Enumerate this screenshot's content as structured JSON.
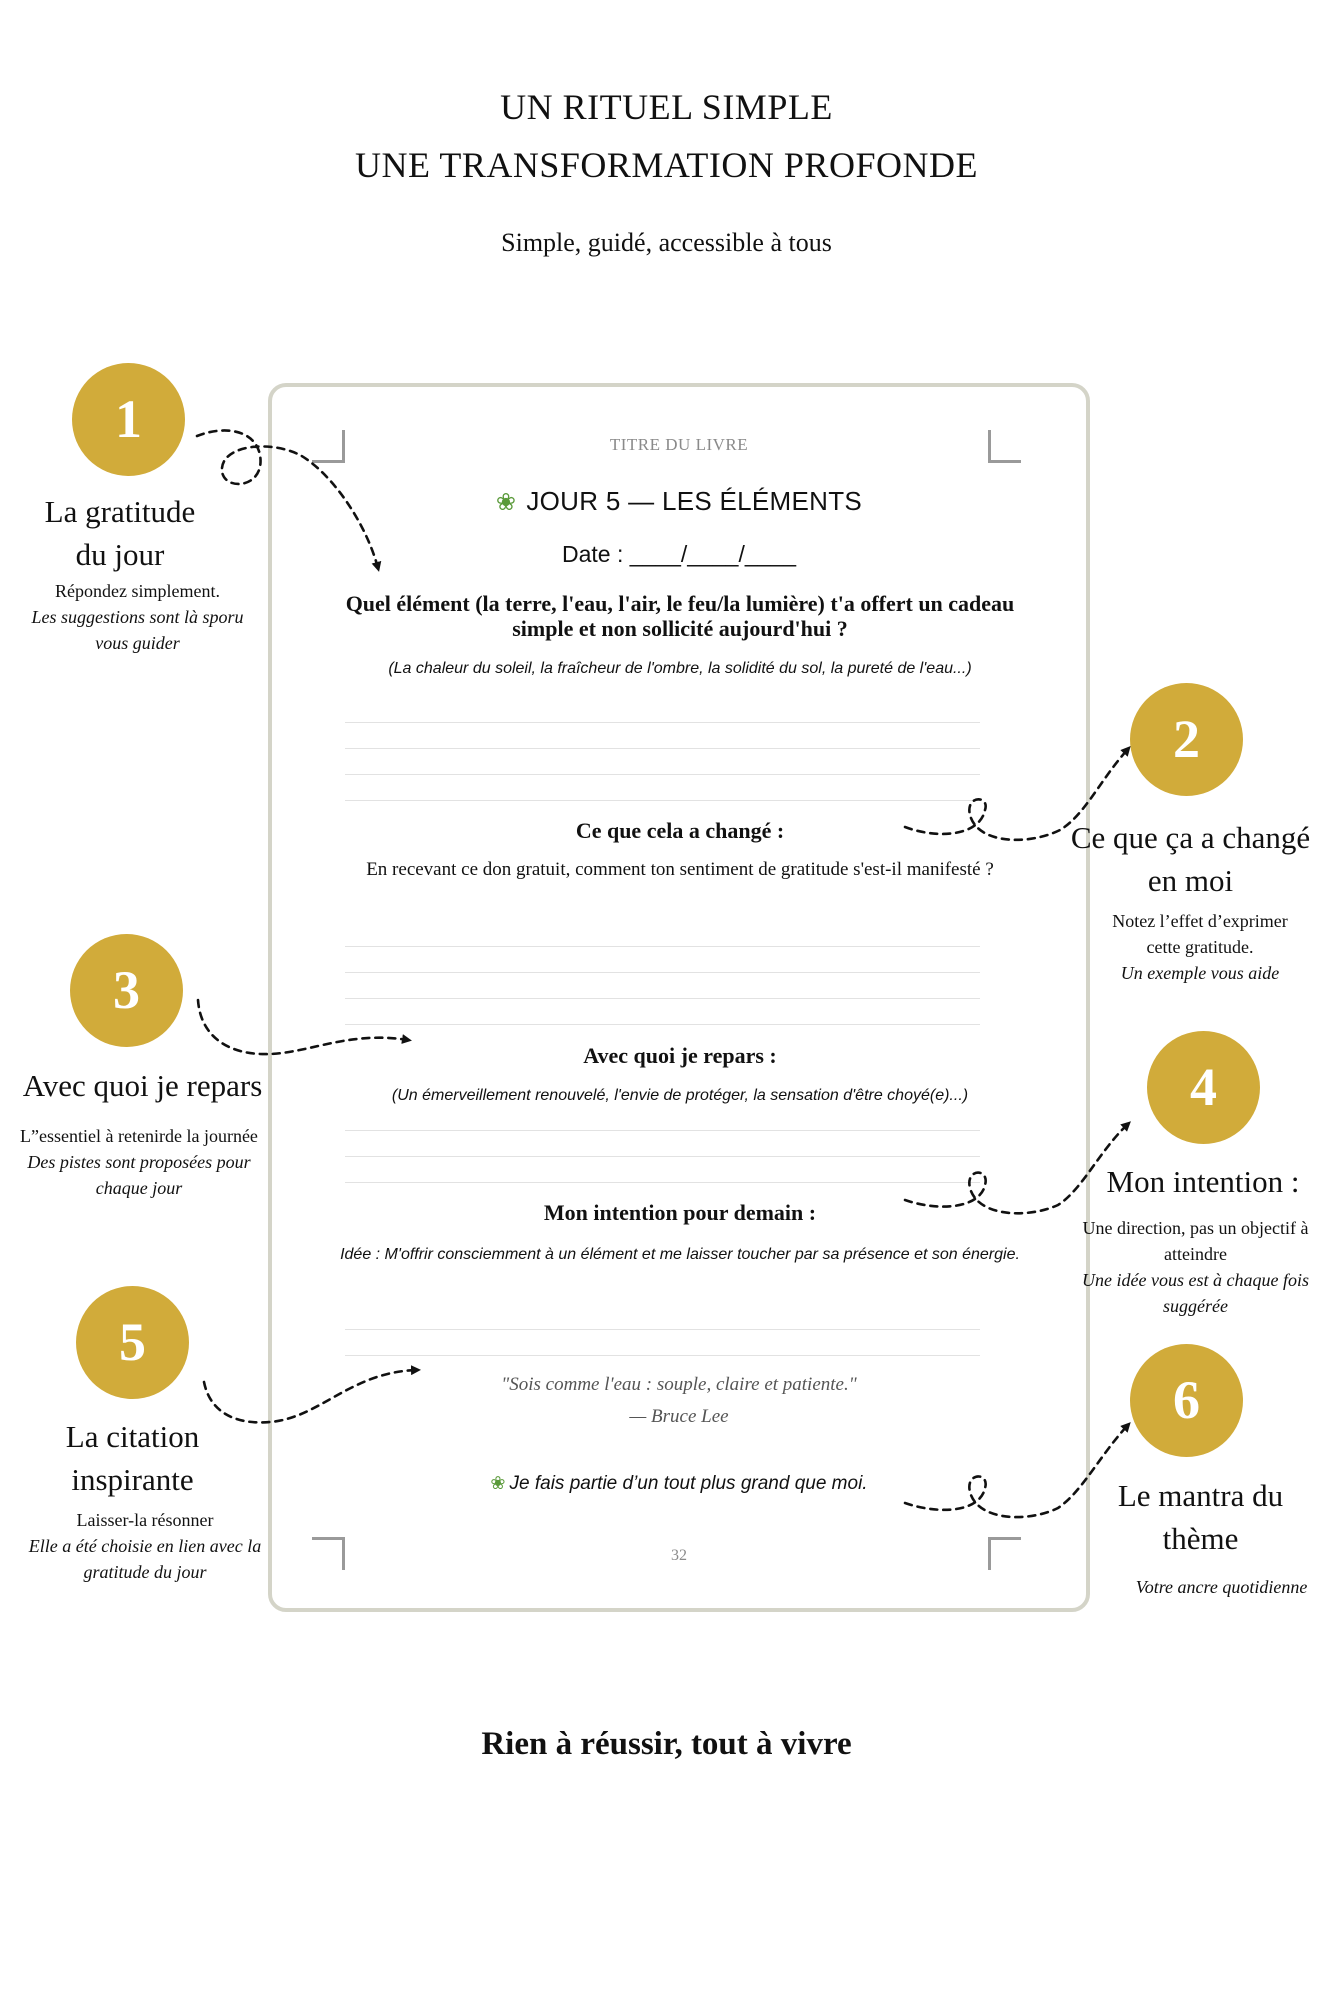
{
  "header": {
    "title_line1": "UN RITUEL SIMPLE",
    "title_line2": "UNE TRANSFORMATION PROFONDE",
    "subtitle": "Simple, guidé, accessible à  tous"
  },
  "page": {
    "book_title": "TITRE DU LIVRE",
    "day_title": "JOUR 5 — LES ÉLÉMENTS",
    "date_label": "Date : ____/____/____",
    "question": "Quel élément (la terre, l'eau, l'air, le feu/la lumière) t'a offert un cadeau simple et non sollicité aujourd'hui ?",
    "question_hint": "(La chaleur du soleil, la fraîcheur de l'ombre, la solidité du sol, la pureté de l'eau...)",
    "change_heading": "Ce que cela a changé :",
    "change_prompt": "En recevant ce don gratuit, comment ton sentiment de gratitude s'est-il manifesté ?",
    "repair_heading": "Avec quoi je repars :",
    "repair_hint": "(Un émerveillement renouvelé, l'envie de protéger, la sensation d'être choyé(e)...)",
    "intention_heading": "Mon intention pour demain :",
    "intention_hint": "Idée : M'offrir consciemment à un élément et me laisser toucher par sa présence et son énergie.",
    "quote": "\"Sois comme l'eau : souple, claire et patiente.\"",
    "quote_author": "— Bruce Lee",
    "mantra": "Je fais partie d’un tout plus grand que moi.",
    "page_number": "32"
  },
  "callouts": [
    {
      "number": "1",
      "title_line1": "La gratitude",
      "title_line2": "du jour",
      "desc_line1": "Répondez simplement.",
      "desc_line2": "Les suggestions sont là sporu",
      "desc_line3": "vous guider"
    },
    {
      "number": "2",
      "title_line1": "Ce que ça a changé",
      "title_line2": "en moi",
      "desc_line1": "Notez l’effet d’exprimer",
      "desc_line2": "cette gratitude.",
      "desc_line3": "Un exemple vous aide"
    },
    {
      "number": "3",
      "title_line1": "Avec quoi je repars",
      "desc_line1": "L”essentiel à retenirde la journée",
      "desc_line2": "Des pistes sont proposées pour",
      "desc_line3": "chaque jour"
    },
    {
      "number": "4",
      "title_line1": "Mon intention :",
      "desc_line1": "Une direction, pas un objectif à",
      "desc_line2": "atteindre",
      "desc_line3": "Une idée vous est à chaque fois",
      "desc_line4": "suggérée"
    },
    {
      "number": "5",
      "title_line1": "La citation",
      "title_line2": "inspirante",
      "desc_line1": "Laisser-la résonner",
      "desc_line2": "Elle a été choisie en lien avec la",
      "desc_line3": "gratitude du jour"
    },
    {
      "number": "6",
      "title_line1": "Le mantra du",
      "title_line2": "thème",
      "desc_line1": "Votre ancre quotidienne"
    }
  ],
  "footer": {
    "tagline": "Rien à réussir, tout à vivre"
  },
  "colors": {
    "badge_gold": "#d1ab3a",
    "page_border": "#d4d4c8",
    "leaf_green": "#5a9a3a"
  }
}
